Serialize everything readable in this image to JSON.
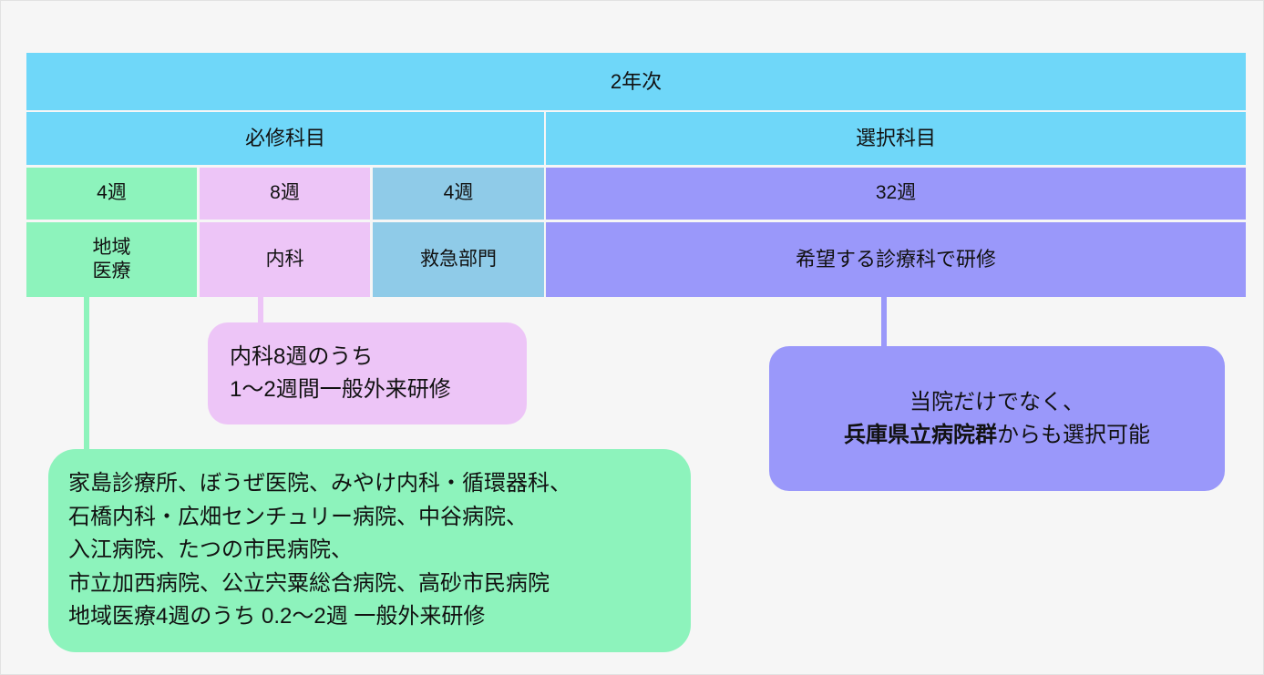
{
  "diagram": {
    "title": "2年次",
    "table": {
      "year_row": {
        "label": "2年次"
      },
      "category_row": [
        {
          "label": "必修科目",
          "color": "#6fd7f9"
        },
        {
          "label": "選択科目",
          "color": "#6fd7f9"
        }
      ],
      "duration_row": [
        {
          "label": "4週",
          "color": "#8df3bc"
        },
        {
          "label": "8週",
          "color": "#edc5f7"
        },
        {
          "label": "4週",
          "color": "#8fcbe8"
        },
        {
          "label": "32週",
          "color": "#9a98fa"
        }
      ],
      "subject_row": [
        {
          "label": "地域\n医療",
          "color": "#8df3bc"
        },
        {
          "label": "内科",
          "color": "#edc5f7"
        },
        {
          "label": "救急部門",
          "color": "#8fcbe8"
        },
        {
          "label": "希望する診療科で研修",
          "color": "#9a98fa"
        }
      ]
    },
    "callouts": {
      "naika": {
        "line1": "内科8週のうち",
        "line2": "1〜2週間一般外来研修",
        "color": "#edc5f7"
      },
      "sentaku": {
        "line1": "当院だけでなく、",
        "line2_bold": "兵庫県立病院群",
        "line2_rest": "からも選択可能",
        "color": "#9a98fa"
      },
      "chiiki": {
        "line1": "家島診療所、ぼうぜ医院、みやけ内科・循環器科、",
        "line2": "石橋内科・広畑センチュリー病院、中谷病院、",
        "line3": "入江病院、たつの市民病院、",
        "line4": "市立加西病院、公立宍粟総合病院、高砂市民病院",
        "line5": "地域医療4週のうち 0.2〜2週 一般外来研修",
        "color": "#8df3bc"
      }
    }
  }
}
